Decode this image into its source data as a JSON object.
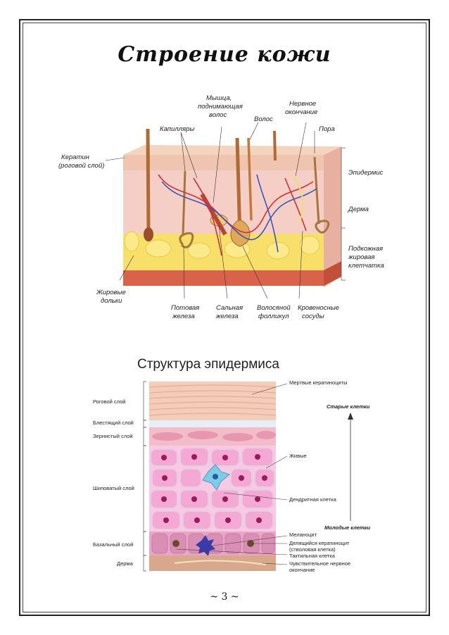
{
  "page": {
    "title": "Строение кожи",
    "page_number": "~ 3 ~"
  },
  "figure1": {
    "labels": {
      "keratin_l1": "Кератин",
      "keratin_l2": "(роговой слой)",
      "capillaries": "Капилляры",
      "muscle_l1": "Мышца,",
      "muscle_l2": "поднимающая",
      "muscle_l3": "волос",
      "hair": "Волос",
      "nerve_l1": "Нервное",
      "nerve_l2": "окончание",
      "pore": "Пора",
      "epidermis": "Эпидермис",
      "dermis": "Дерма",
      "subcut_l1": "Подкожная",
      "subcut_l2": "жировая",
      "subcut_l3": "клетчатка",
      "fat_l1": "Жировые",
      "fat_l2": "дольки",
      "sweat_l1": "Потовая",
      "sweat_l2": "железа",
      "sebac_l1": "Сальная",
      "sebac_l2": "железа",
      "follicle_l1": "Волосяной",
      "follicle_l2": "фолликул",
      "vessels_l1": "Кровеносные",
      "vessels_l2": "сосуды"
    }
  },
  "figure2": {
    "title": "Структура эпидермиса",
    "left_labels": {
      "corneum": "Роговой слой",
      "lucidum": "Блестящий слой",
      "granulosum": "Зернистый слой",
      "spinosum": "Шиповатый слой",
      "basale": "Базальный слой",
      "dermis": "Дерма"
    },
    "right_labels": {
      "dead": "Мертвые кератиноциты",
      "alive": "Живые",
      "dendritic": "Дендритная клетка",
      "melanocyte": "Меланоцит",
      "dividing_l1": "Делящийся кератиноцит",
      "dividing_l2": "(стволовая клетка)",
      "tactile": "Тактильная клетка",
      "nerve_l1": "Чувствительное нервное",
      "nerve_l2": "окончание"
    },
    "old_cells": "Старые клетки",
    "young_cells": "Молодые клетки"
  }
}
